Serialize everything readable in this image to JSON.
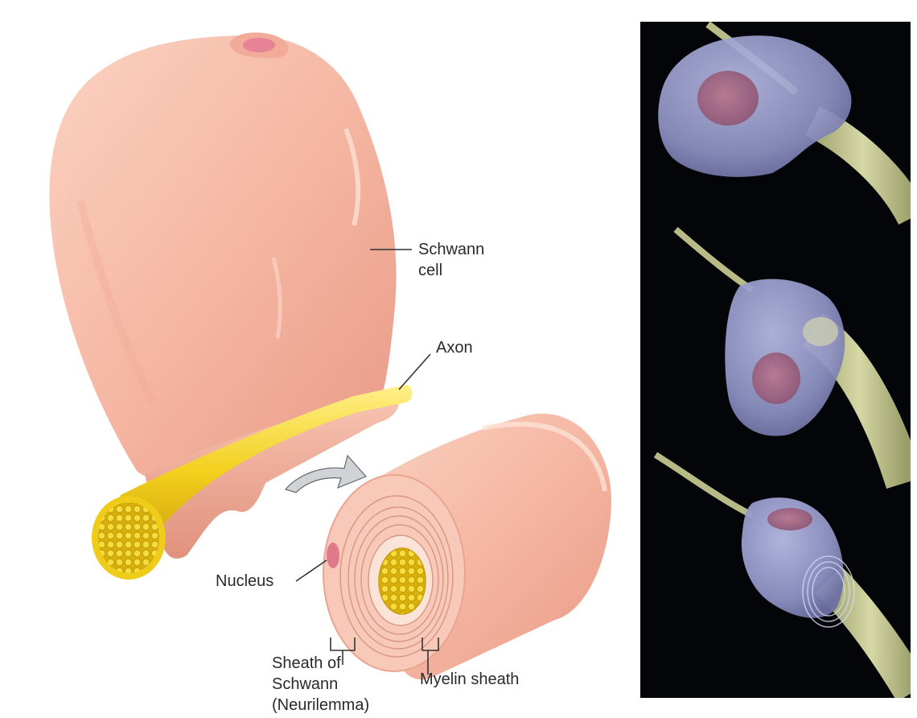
{
  "labels": {
    "schwann_cell": [
      "Schwann",
      "cell"
    ],
    "axon": "Axon",
    "nucleus": "Nucleus",
    "sheath_of_schwann": [
      "Sheath of",
      "Schwann",
      "(Neurilemma)"
    ],
    "myelin_sheath": "Myelin sheath"
  },
  "colors": {
    "schwann_cell": "#f5b8a6",
    "axon": "#f0cc1a",
    "axon_core": "#e6c20e",
    "nucleus": "#e07a8a",
    "micrograph_bg": "#040508",
    "micrograph_cell": "#9aa0cc",
    "micrograph_axon": "#c9cc95"
  },
  "micrograph": {
    "stages": [
      "stage-1",
      "stage-2",
      "stage-3"
    ]
  }
}
